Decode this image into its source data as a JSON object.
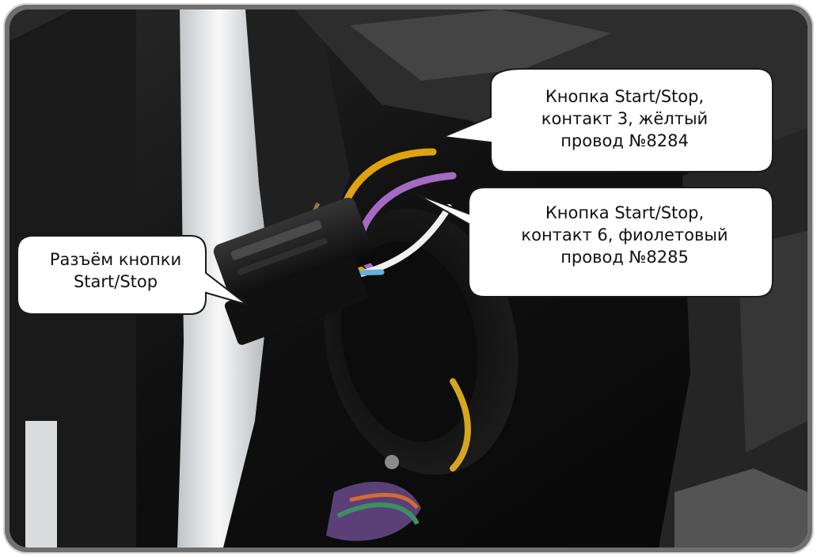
{
  "callouts": {
    "yellow_wire": {
      "line1": "Кнопка Start/Stop,",
      "line2": "контакт 3, жёлтый",
      "line3": "провод №8284"
    },
    "violet_wire": {
      "line1": "Кнопка Start/Stop,",
      "line2": "контакт 6, фиолетовый",
      "line3": "провод №8285"
    },
    "connector": {
      "line1": "Разъём кнопки",
      "line2": "Start/Stop"
    }
  },
  "colors": {
    "yellow_wire": "#e0a20d",
    "violet_wire": "#a56bc2",
    "white_wire": "#f0f0f0",
    "blue_stripe": "#66aee0",
    "connector": "#151515",
    "frame": "#6f6f6f"
  },
  "icons": {
    "photo": "wiring-photo-icon",
    "callout": "speech-bubble-icon"
  }
}
